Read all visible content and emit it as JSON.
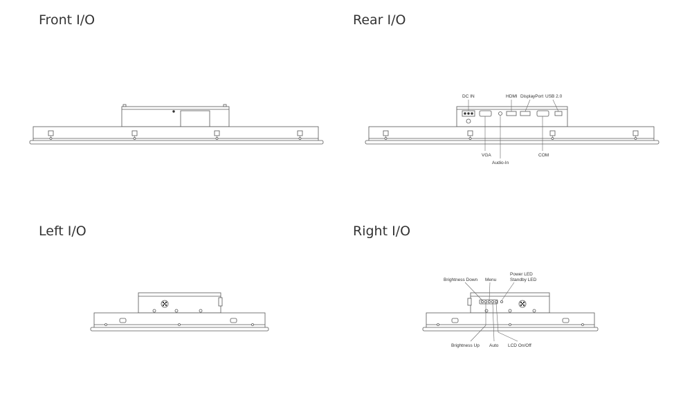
{
  "sections": {
    "front": {
      "title": "Front I/O"
    },
    "rear": {
      "title": "Rear I/O",
      "labels": {
        "dc_in": "DC IN",
        "hdmi": "HDMI",
        "displayport": "DisplayPort",
        "usb": "USB 2.0",
        "vga": "VGA",
        "audio_in": "Audio-In",
        "com": "COM"
      }
    },
    "left": {
      "title": "Left I/O"
    },
    "right": {
      "title": "Right I/O",
      "labels": {
        "brightness_down": "Brightness Down",
        "menu": "Menu",
        "power_led": "Power LED",
        "standby_led": "Standby LED",
        "brightness_up": "Brightness Up",
        "auto": "Auto",
        "lcd_onoff": "LCD On/Off"
      }
    }
  },
  "icons": {
    "screw": "screw-icon",
    "speaker": "speaker-grille-icon"
  }
}
